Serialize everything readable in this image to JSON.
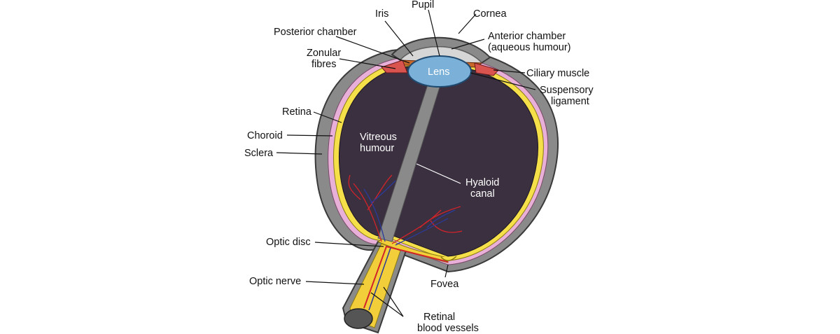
{
  "labels": {
    "pupil": "Pupil",
    "iris": "Iris",
    "cornea": "Cornea",
    "posterior_chamber": "Posterior chamber",
    "anterior_chamber": [
      "Anterior chamber",
      "(aqueous humour)"
    ],
    "zonular_fibres": [
      "Zonular",
      "fibres"
    ],
    "lens": "Lens",
    "ciliary_muscle": "Ciliary muscle",
    "suspensory_ligament": [
      "Suspensory",
      "ligament"
    ],
    "retina": "Retina",
    "choroid": "Choroid",
    "sclera": "Sclera",
    "vitreous_humour": [
      "Vitreous",
      "humour"
    ],
    "hyaloid_canal": [
      "Hyaloid",
      "canal"
    ],
    "optic_disc": "Optic disc",
    "optic_nerve": "Optic nerve",
    "fovea": "Fovea",
    "retinal_blood_vessels": [
      "Retinal",
      "blood vessels"
    ]
  },
  "colors": {
    "sclera": "#8a8a8a",
    "choroid": "#e8b0d8",
    "retina": "#f5e04a",
    "vitreous": "#3b3040",
    "cornea": "#d6d6d6",
    "iris": "#c8682a",
    "lens": "#7bb0d8",
    "ciliary": "#d9534f",
    "nerve": "#f2cf3a",
    "artery": "#d2232a",
    "vein": "#2b3a9a"
  }
}
